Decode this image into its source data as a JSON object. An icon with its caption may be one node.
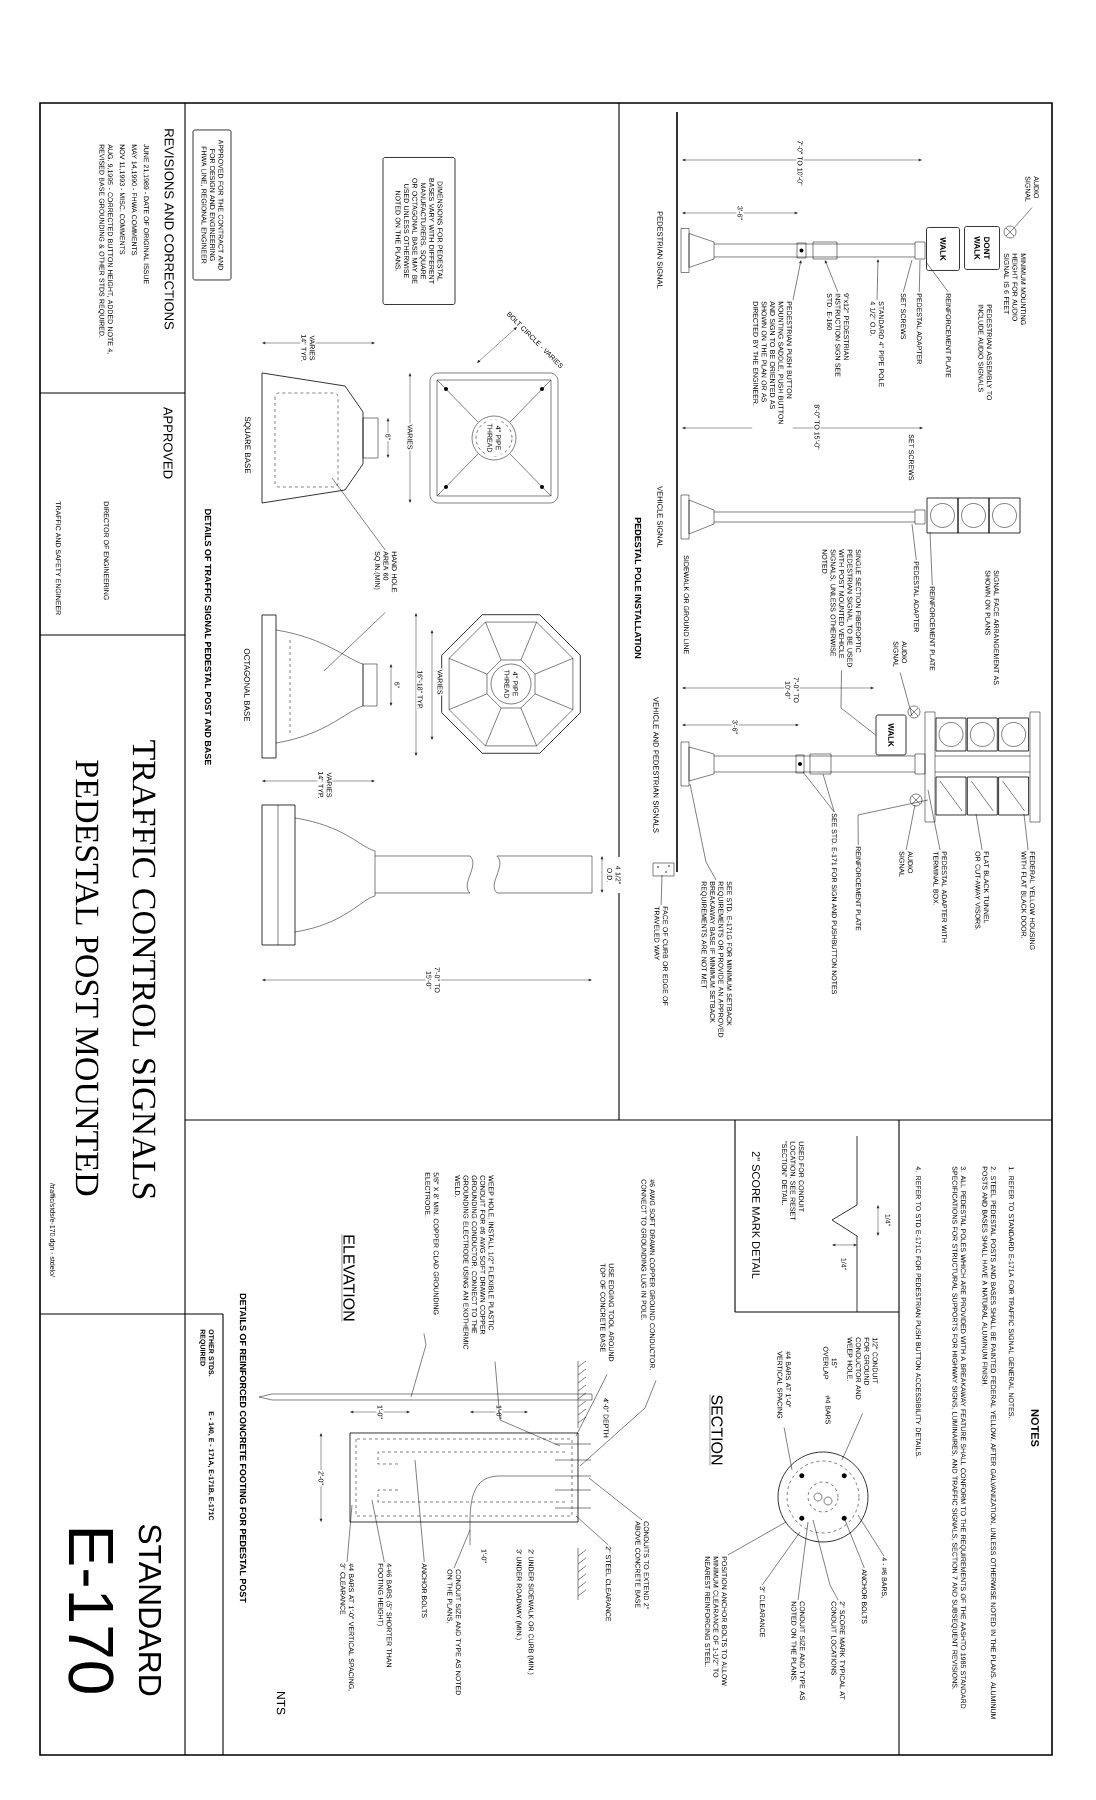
{
  "diagram": {
    "nodes": [
      {
        "text": [
          "AUDIO SIGNAL"
        ]
      },
      {
        "text": [
          "DONT WALK"
        ]
      },
      {
        "text": [
          "WALK"
        ]
      },
      {
        "text": [
          "REINFORCEMENT PLATE"
        ]
      },
      {
        "text": [
          "PEDESTAL ADAPTER"
        ]
      },
      {
        "text": [
          "SET SCREWS"
        ]
      },
      {
        "text": [
          "STANDARD 4\" PIPE POLE 4 1/2\" O.D."
        ]
      },
      {
        "text": [
          "9\"x12\" PEDESTRIAN INSTRUCTION SIGN SEE STD. E-160"
        ]
      },
      {
        "text": [
          "PEDESTRIAN PUSH BUTTON MOUNTING SADDLE, PUSH BUTTON AND SIGN TO BE ORIENTED AS SHOWN ON THE PLAN OR AS DIRECTED BY THE ENGINEER."
        ]
      },
      {
        "text": [
          "PEDESTAL ADAPTER"
        ]
      },
      {
        "text": [
          "REINFORCEMENT PLATE"
        ]
      },
      {
        "text": [
          "SINGLE SECTION FIBEROPTIC PEDESTRIAN SIGNAL TO BE USED WITH POST MOUNTED VEHICLE SIGNALS, UNLESS OTHERWISE NOTED."
        ]
      },
      {
        "text": [
          "AUDIO SIGNAL"
        ]
      },
      {
        "text": [
          "WALK"
        ]
      },
      {
        "text": [
          "SEE STD. E-171 FOR SIGN AND PUSHBUTTON NOTES"
        ]
      },
      {
        "text": [
          "REINFORCEMENT PLATE"
        ]
      },
      {
        "text": [
          "AUDIO SIGNAL"
        ]
      },
      {
        "text": [
          "PEDESTAL ADAPTER WITH TERMINAL BOX."
        ]
      },
      {
        "text": [
          "FLAT BLACK TUNNEL OR CUT-AWAY VISORS."
        ]
      },
      {
        "text": [
          "FEDERAL YELLOW HOUSING WITH FLAT BLACK DOOR."
        ]
      },
      {
        "text": [
          "SEE STD. E-171G FOR MINIMUM SETBACK REQUIREMENTS OR PROVIDE AN APPROVED BREAKAWAY BASE IF MINIMUM SETBACK REQUIREMENTS ARE NOT MET"
        ]
      },
      {
        "text": [
          "FACE OF CURB OR EDGE OF TRAVELED WAY"
        ]
      },
      {
        "text": [
          "APPROVED FOR THE CONTRACT AND FOR DESIGN AND ENGINEERING FHWA LINE, REGIONAL ENGINEER"
        ]
      },
      {
        "text": [
          "DIMENSIONS FOR PEDESTAL BASES VARY WITH DIFFERENT MANUFACTURERS. SQUARE OR OCTAGONAL BASE MAY BE USED UNLESS OTHERWISE NOTED ON THE PLANS."
        ]
      },
      {
        "text": [
          "HAND HOLE AREA 60 SQ.IN.(MIN)"
        ]
      },
      {
        "text": [
          "1/2\" CONDUIT FOR GROUND CONDUCTOR AND WEEP HOLE."
        ]
      },
      {
        "text": [
          "#4 BARS AT 1'-0\" VERTICAL SPACING"
        ]
      },
      {
        "text": [
          "4 - #6 BARS,"
        ]
      },
      {
        "text": [
          "ANCHOR BOLTS"
        ]
      },
      {
        "text": [
          "2\" SCORE MARK TYPICAL AT CONDUIT LOCATIONS"
        ]
      },
      {
        "text": [
          "CONDUIT SIZE AND TYPE AS NOTED ON THE PLANS."
        ]
      },
      {
        "text": [
          "3\" CLEARANCE"
        ]
      },
      {
        "text": [
          "POSITION ANCHOR BOLTS TO ALLOW MINIMUM CLEARANCE OF 1-1/2\" TO NEAREST REINFORCING STEEL."
        ]
      },
      {
        "text": [
          "#6 AWG SOFT DRAWN COPPER GROUND CONDUCTOR. CONNECT TO GROUNDING LUG IN POLE."
        ]
      },
      {
        "text": [
          "USE EDGING TOOL AROUND TOP OF CONCRETE BASE"
        ]
      },
      {
        "text": [
          "CONDUITS TO EXTEND 2\" ABOVE CONCRETE BASE"
        ]
      },
      {
        "text": [
          "2\" STEEL CLEARANCE"
        ]
      },
      {
        "text": [
          "WEEP HOLE, INSTALL 1/2\" FLEXIBLE PLASTIC CONDUIT FOR #6 AWG SOFT DRAWN COPPER GROUNDING CONDUCTOR. CONNECT TO THE GROUNDING ELECTRODE USING AN EXOTHERMIC WELD."
        ]
      },
      {
        "text": [
          "5/8\" X 8' MIN. COPPER CLAD GROUNDING ELECTRODE."
        ]
      },
      {
        "text": [
          "CONDUIT SIZE AND TYPE AS NOTED ON THE PLANS."
        ]
      },
      {
        "text": [
          "ANCHOR BOLTS"
        ]
      },
      {
        "text": [
          "4-#6 BARS (5\" SHORTER THAN FOOTING HEIGHT)"
        ]
      },
      {
        "text": [
          "#4 BARS AT 1'-0\" VERTICAL SPACING, 3\" CLEARANCE"
        ]
      },
      {
        "text": [],
        "shape": "picture",
        "beside": [
          "PEDESTRIAN SIGNAL"
        ]
      },
      {
        "text": [],
        "shape": "picture"
      },
      {
        "text": [],
        "shape": "picture",
        "beside": [
          "VEHICLE SIGNAL"
        ]
      },
      {
        "text": [],
        "shape": "picture"
      },
      {
        "text": [],
        "shape": "picture",
        "beside": [
          "VEHICLE AND PEDESTRIAN SIGNALS"
        ]
      },
      {
        "text": [],
        "shape": "picture"
      },
      {
        "text": [],
        "shape": "picture"
      },
      {
        "text": [],
        "shape": "picture"
      },
      {
        "text": [],
        "shape": "picture"
      },
      {
        "text": [],
        "shape": "picture",
        "beside": [
          "SQUARE BASE"
        ]
      },
      {
        "text": [],
        "shape": "picture",
        "beside": [
          "OCTAGONAL BASE"
        ]
      },
      {
        "text": [],
        "shape": "picture",
        "beside": [
          "SECTION"
        ]
      },
      {
        "text": [],
        "shape": "picture"
      },
      {
        "text": [],
        "shape": "picture"
      }
    ],
    "edges": [
      {
        "from": 0,
        "to": 44,
        "arrow": "none"
      },
      {
        "from": 3,
        "to": 43,
        "arrow": "none"
      },
      {
        "from": 4,
        "to": 43,
        "arrow": "none"
      },
      {
        "from": 5,
        "to": 43,
        "arrow": "none"
      },
      {
        "from": 6,
        "to": 43,
        "arrow": "to"
      },
      {
        "from": 7,
        "to": 43,
        "arrow": "to"
      },
      {
        "from": 8,
        "to": 43,
        "arrow": "to"
      },
      {
        "from": 9,
        "to": 45,
        "arrow": "none"
      },
      {
        "from": 10,
        "to": 46,
        "arrow": "none"
      },
      {
        "from": 11,
        "to": 13,
        "arrow": "none"
      },
      {
        "from": 12,
        "to": 49,
        "arrow": "none"
      },
      {
        "from": 14,
        "to": 47,
        "arrow": "none"
      },
      {
        "from": 14,
        "to": 47,
        "arrow": "none"
      },
      {
        "from": 15,
        "to": 48,
        "arrow": "none"
      },
      {
        "from": 16,
        "to": 50,
        "arrow": "none"
      },
      {
        "from": 17,
        "to": 48,
        "arrow": "none"
      },
      {
        "from": 18,
        "to": 48,
        "arrow": "none"
      },
      {
        "from": 19,
        "to": 48,
        "arrow": "none"
      },
      {
        "from": 20,
        "to": 47,
        "arrow": "none"
      },
      {
        "from": 21,
        "to": 51,
        "arrow": "none"
      },
      {
        "from": 24,
        "to": 52,
        "arrow": "none"
      },
      {
        "from": 24,
        "to": 53,
        "arrow": "none"
      },
      {
        "from": 25,
        "to": 54,
        "arrow": "none"
      },
      {
        "from": 26,
        "to": 54,
        "arrow": "none"
      },
      {
        "from": 27,
        "to": 54,
        "arrow": "none"
      },
      {
        "from": 28,
        "to": 54,
        "arrow": "none"
      },
      {
        "from": 29,
        "to": 54,
        "arrow": "none"
      },
      {
        "from": 30,
        "to": 54,
        "arrow": "none"
      },
      {
        "from": 31,
        "to": 54,
        "arrow": "none"
      },
      {
        "from": 32,
        "to": 54,
        "arrow": "none"
      },
      {
        "from": 33,
        "to": 55,
        "arrow": "none"
      },
      {
        "from": 34,
        "to": 55,
        "arrow": "none"
      },
      {
        "from": 35,
        "to": 55,
        "arrow": "none"
      },
      {
        "from": 36,
        "to": 55,
        "arrow": "none"
      },
      {
        "from": 37,
        "to": 55,
        "arrow": "none"
      },
      {
        "from": 38,
        "to": 56,
        "arrow": "none"
      },
      {
        "from": 39,
        "to": 55,
        "arrow": "none"
      },
      {
        "from": 40,
        "to": 55,
        "arrow": "none"
      },
      {
        "from": 41,
        "to": 55,
        "arrow": "none"
      },
      {
        "from": 42,
        "to": 55,
        "arrow": "none"
      }
    ],
    "labels": [
      "MINIMUM MOUNTING HEIGHT FOR AUDIO SIGNAL IS 6 FEET",
      "PEDESTRIAN ASSEMBLY TO INCLUDE AUDIO SIGNALS",
      "7'-0\" TO 10'-0\"",
      "3'-6\"",
      "8'-0\" TO 15'-0\"",
      "SET SCREWS",
      "PEDESTAL POLE INSTALLATION",
      "SIGNAL FACE ARRANGEMENT AS SHOWN ON PLANS",
      "SIDEWALK OR GROUND LINE",
      "7'-0\" TO 10'-0\"",
      "3'-6\"",
      "4 1/2\" O.D.",
      "REVISIONS AND CORRECTIONS",
      "JUNE 21,1989 - DATE OF ORIGINAL ISSUE",
      "MAY 14,1990 - FHWA COMMENTS",
      "NOV 11,1993 - MISC. COMMENTS",
      "AUG. 9,1995 - CORRECTED BUTTON HEIGHT, ADDED NOTE 4, REVISED BASE GROUNDING & OTHER STDS REQUIRED.",
      "APPROVED",
      "DIRECTOR OF ENGINEERING",
      "TRAFFIC AND SAFETY ENGINEER",
      "VARIES 14\" TYP.",
      "6\"",
      "VARIES",
      "4\" PIPE THREAD",
      "BOLT CIRCLE - VARIES",
      "DETAILS OF TRAFFIC SIGNAL PEDESTAL POST AND BASE",
      "4\" PIPE THREAD",
      "VARIES",
      "16\"-18\" TYP.",
      "6\"",
      "VARIES 14\" TYP.",
      "7'-0\" TO 15'-0\"",
      "TRAFFIC CONTROL SIGNALS",
      "PEDESTAL POST MOUNTED",
      "/traffic/stds/e-170.dgn - stdelo/",
      "NOTES",
      "1. REFER TO STANDARD E-171A FOR TRAFFIC SIGNAL GENERAL NOTES.",
      "2. STEEL PEDESTAL POSTS AND BASES SHALL BE PAINTED FEDERAL YELLOW, AFTER GALVANIZATION, UNLESS OTHERWISE NOTED IN THE PLANS. ALUMINUM POSTS AND BASES SHALL HAVE A NATURAL ALUMINUM FINISH.",
      "3. ALL PEDESTAL POLES WHICH ARE PROVIDED WITH A BREAKAWAY FEATURE SHALL CONFORM TO THE REQUIREMENTS OF THE AASHTO 1985 STANDARD SPECIFICATIONS FOR STRUCTURAL SUPPORTS FOR HIGHWAY SIGNS, LUMINAIRES, AND TRAFFIC SIGNALS, SECTION 7 AND SUBSEQUENT REVISIONS.",
      "4. REFER TO STD E-171C FOR PEDESTRIAN PUSH BUTTON ACCESSIBILITY DETAILS.",
      "2\" SCORE MARK DETAIL",
      "USED FOR CONDUIT LOCATION, SEE RESET \"SECTION\" DETAIL.",
      "1/4\"",
      "1/4\"",
      "15\" OVERLAP",
      "#4 BARS",
      "DETAILS OF REINFORCED CONCRETE FOOTING FOR PEDESTAL POST",
      "OTHER STDS. REQUIRED",
      "E - 140, E - 171A, E-171B, E-171C",
      "STANDARD",
      "E-170",
      "NTS",
      "ELEVATION",
      "4'-0\" DEPTH",
      "1'-0\"",
      "1'-0\"",
      "2'-0\"",
      "1'-0\"",
      "2' UNDER SIDEWALK OR CURB (MIN.)",
      "3' UNDER ROADWAY (MIN.)"
    ]
  }
}
